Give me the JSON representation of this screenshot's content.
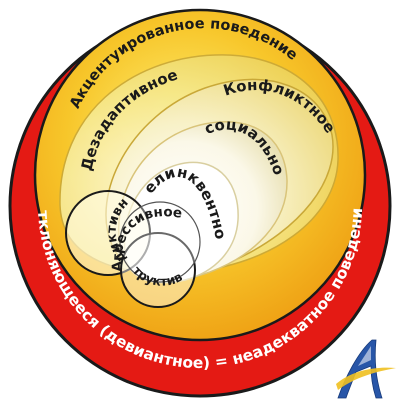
{
  "diagram": {
    "outer_ring_label": "Отклоняющееся (девиантное) = неадекватное поведение",
    "accentuated_label": "Акцентуированное поведение",
    "maladaptive_label": "Дезадаптивное",
    "conflict_label": "Конфликтное",
    "asocial_label": "Асоциальное",
    "delinquent_label": "Делинквентное",
    "aggressive_label": "Агрессивное",
    "addictive_label": "Аддиктивное",
    "destructive_label": "Деструктивное"
  },
  "logo": {
    "letter": "A"
  },
  "colors": {
    "background": "#ffffff",
    "outer_ring": "#e41a14",
    "accent_fill": "#f7c62a",
    "inner_fill": "#f6e98e",
    "outline": "#1a1a1a",
    "logo": "#2856a8"
  }
}
